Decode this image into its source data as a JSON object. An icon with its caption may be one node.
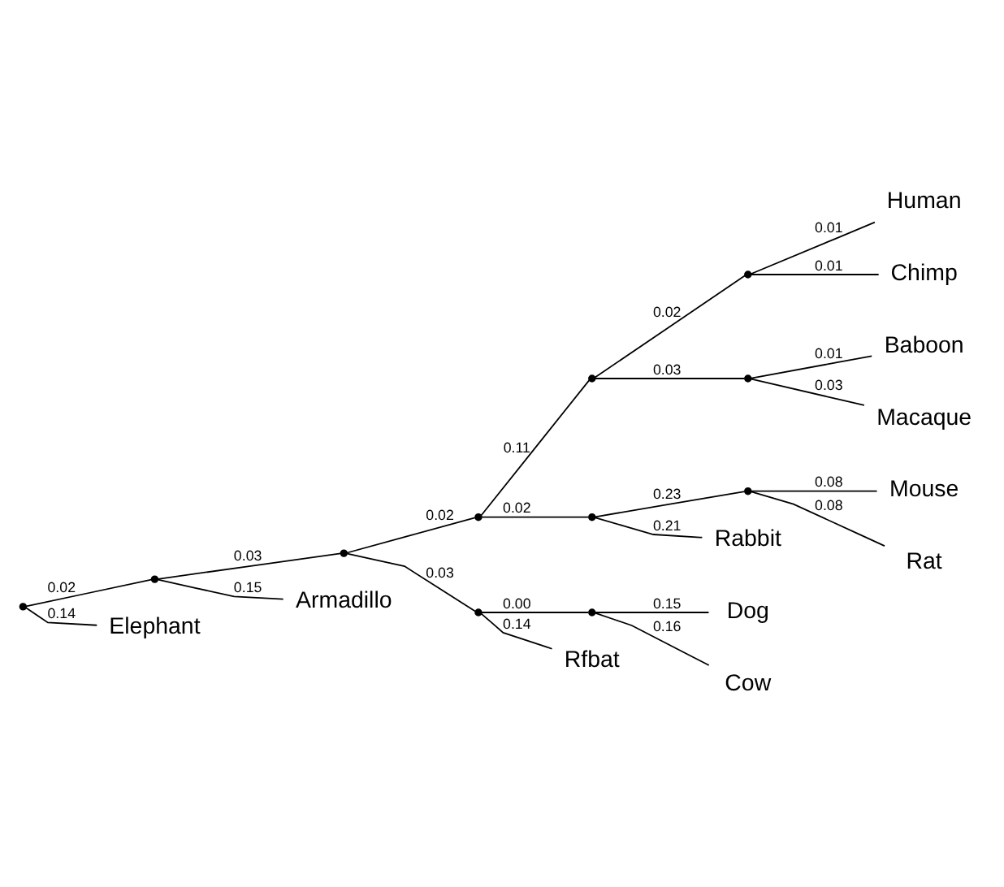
{
  "diagram": {
    "nodes": [
      {
        "text": [
          "Human"
        ]
      },
      {
        "text": [
          "Chimp"
        ]
      },
      {
        "text": [
          "Baboon"
        ]
      },
      {
        "text": [
          "Macaque"
        ]
      },
      {
        "text": [
          "Mouse"
        ]
      },
      {
        "text": [
          "Rat"
        ]
      },
      {
        "text": [
          "Rabbit"
        ]
      },
      {
        "text": [
          "Dog"
        ]
      },
      {
        "text": [
          "Cow"
        ]
      },
      {
        "text": [
          "Rfbat"
        ]
      },
      {
        "text": [
          "Armadillo"
        ]
      },
      {
        "text": [
          "Elephant"
        ]
      },
      {
        "text": [],
        "shape": "point"
      },
      {
        "text": [],
        "shape": "point"
      },
      {
        "text": [],
        "shape": "point"
      },
      {
        "text": [],
        "shape": "point"
      },
      {
        "text": [],
        "shape": "point"
      },
      {
        "text": [],
        "shape": "point"
      },
      {
        "text": [],
        "shape": "point"
      },
      {
        "text": [],
        "shape": "point"
      },
      {
        "text": [],
        "shape": "point"
      },
      {
        "text": [],
        "shape": "point"
      },
      {
        "text": [],
        "shape": "point"
      }
    ],
    "edges": [
      {
        "from": 12,
        "to": 13,
        "label": "0.02",
        "arrow": "none"
      },
      {
        "from": 13,
        "to": 14,
        "label": "0.03",
        "arrow": "none"
      },
      {
        "from": 14,
        "to": 15,
        "label": "0.02",
        "arrow": "none"
      },
      {
        "from": 15,
        "to": 17,
        "label": "0.11",
        "arrow": "none"
      },
      {
        "from": 17,
        "to": 20,
        "label": "0.02",
        "arrow": "none"
      },
      {
        "from": 20,
        "to": 0,
        "label": "0.01",
        "arrow": "none"
      },
      {
        "from": 20,
        "to": 1,
        "label": "0.01",
        "arrow": "none"
      },
      {
        "from": 17,
        "to": 21,
        "label": "0.03",
        "arrow": "none"
      },
      {
        "from": 21,
        "to": 2,
        "label": "0.01",
        "arrow": "none"
      },
      {
        "from": 21,
        "to": 3,
        "label": "0.03",
        "arrow": "none"
      },
      {
        "from": 15,
        "to": 18,
        "label": "0.02",
        "arrow": "none"
      },
      {
        "from": 18,
        "to": 22,
        "label": "0.23",
        "arrow": "none"
      },
      {
        "from": 22,
        "to": 4,
        "label": "0.08",
        "arrow": "none"
      },
      {
        "from": 22,
        "to": 5,
        "label": "0.08",
        "arrow": "none"
      },
      {
        "from": 18,
        "to": 6,
        "label": "0.21",
        "arrow": "none"
      },
      {
        "from": 14,
        "to": 16,
        "label": "0.03",
        "arrow": "none"
      },
      {
        "from": 16,
        "to": 19,
        "label": "0.00",
        "arrow": "none"
      },
      {
        "from": 19,
        "to": 7,
        "label": "0.15",
        "arrow": "none"
      },
      {
        "from": 19,
        "to": 8,
        "label": "0.16",
        "arrow": "none"
      },
      {
        "from": 16,
        "to": 9,
        "label": "0.14",
        "arrow": "none"
      },
      {
        "from": 13,
        "to": 10,
        "label": "0.15",
        "arrow": "none"
      },
      {
        "from": 12,
        "to": 11,
        "label": "0.14",
        "arrow": "none"
      }
    ]
  }
}
